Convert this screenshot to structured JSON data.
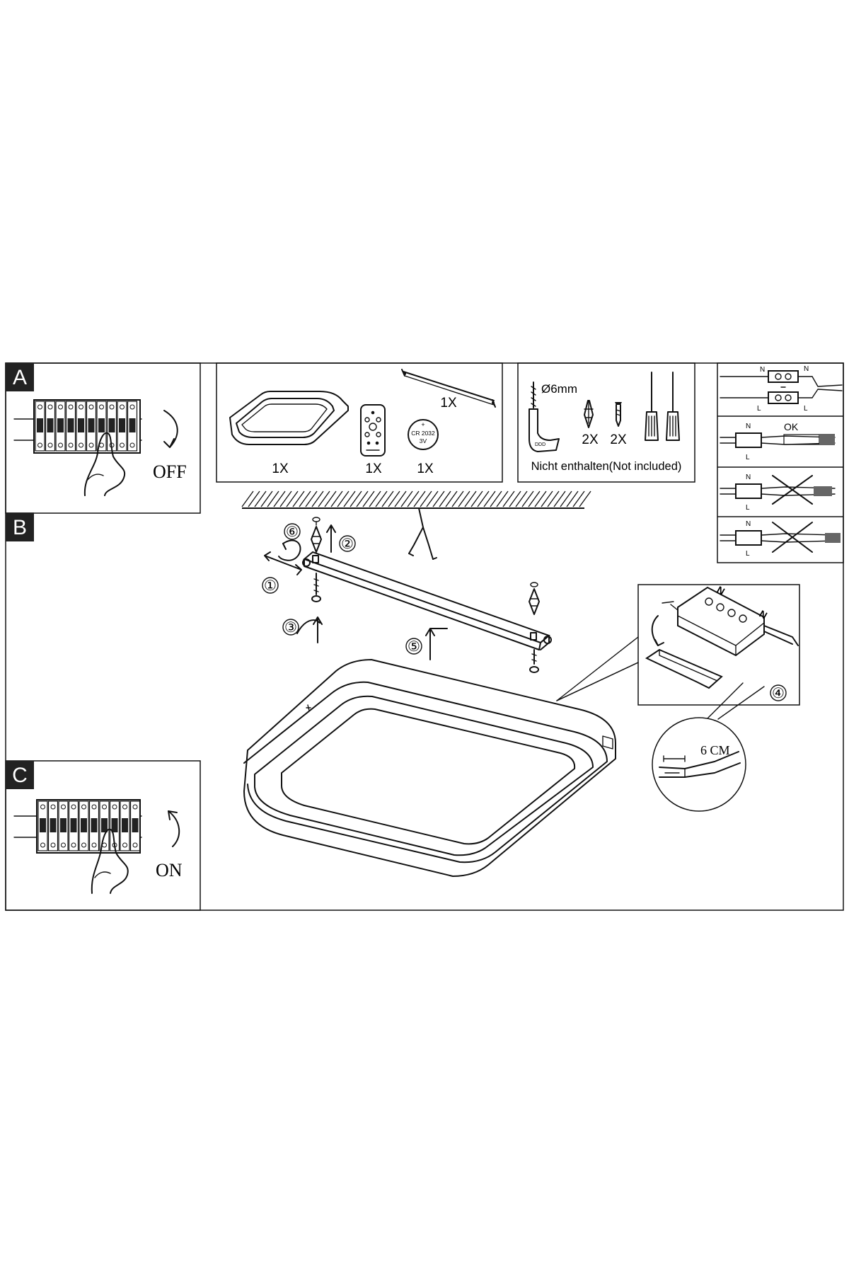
{
  "panels": {
    "a": {
      "letter": "A",
      "switch_label": "OFF"
    },
    "b": {
      "letter": "B"
    },
    "c": {
      "letter": "C",
      "switch_label": "ON"
    }
  },
  "contents": {
    "lamp_qty": "1X",
    "remote_qty": "1X",
    "battery_qty": "1X",
    "battery_text": [
      "CR 2032",
      "3V"
    ],
    "bracket_qty": "1X"
  },
  "tools": {
    "drill_size": "Ø6mm",
    "dowel_qty": "2X",
    "screw_qty": "2X",
    "not_included": "Nicht enthalten(Not included)"
  },
  "wiring": {
    "n_label": "N",
    "l_label": "L",
    "ok_label": "OK",
    "strip_length": "6 CM"
  },
  "steps": [
    "①",
    "②",
    "③",
    "④",
    "⑤",
    "⑥"
  ]
}
